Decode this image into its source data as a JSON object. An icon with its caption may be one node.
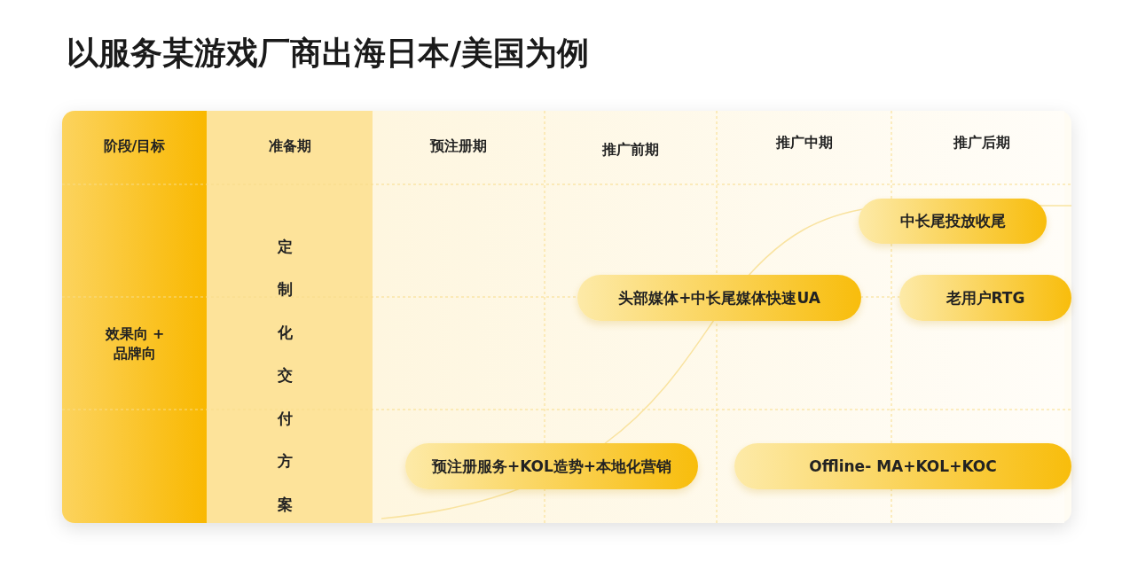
{
  "diagram": {
    "title": "以服务某游戏厂商出海日本/美国为例",
    "nodes": [
      {
        "text": [
          "中长尾投放收尾"
        ]
      },
      {
        "text": [
          "头部媒体+中长尾媒体快速UA"
        ]
      },
      {
        "text": [
          "老用户RTG"
        ]
      },
      {
        "text": [
          "预注册服务+KOL造势+本地化营销"
        ]
      },
      {
        "text": [
          "Offline- MA+KOL+KOC"
        ]
      }
    ],
    "labels": [
      "阶段/目标",
      "准备期",
      "预注册期",
      "推广前期",
      "推广中期",
      "推广后期",
      "效果向 + 品牌向",
      "定制化交付方案"
    ]
  }
}
